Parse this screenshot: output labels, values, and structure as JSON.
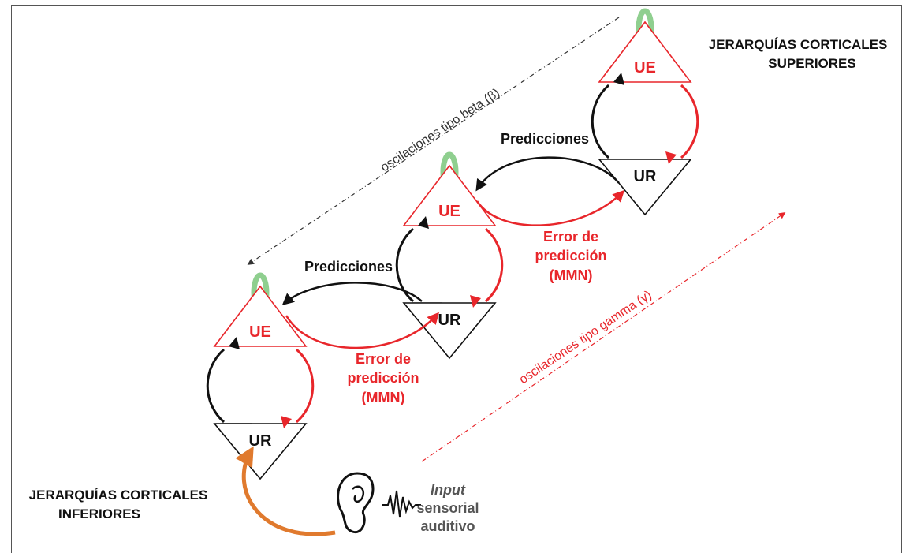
{
  "title_top": [
    "JERARQUÍAS CORTICALES",
    "SUPERIORES"
  ],
  "title_bottom": [
    "JERARQUÍAS CORTICALES",
    "INFERIORES"
  ],
  "beta_label": "oscilaciones tipo beta (β)",
  "gamma_label": "oscilaciones  tipo gamma (γ)",
  "predictions_label": "Predicciones",
  "error_label": [
    "Error de",
    "predicción",
    "(MMN)"
  ],
  "unit_top": "UE",
  "unit_bottom": "UR",
  "input_label": [
    "Input",
    "sensorial",
    "auditivo"
  ],
  "colors": {
    "red": "#e8262b",
    "black": "#111111",
    "green": "#8fcf8f",
    "orange": "#e07a2e",
    "gray": "#555555"
  },
  "icons": [
    "ear-icon",
    "sound-wave-icon"
  ]
}
